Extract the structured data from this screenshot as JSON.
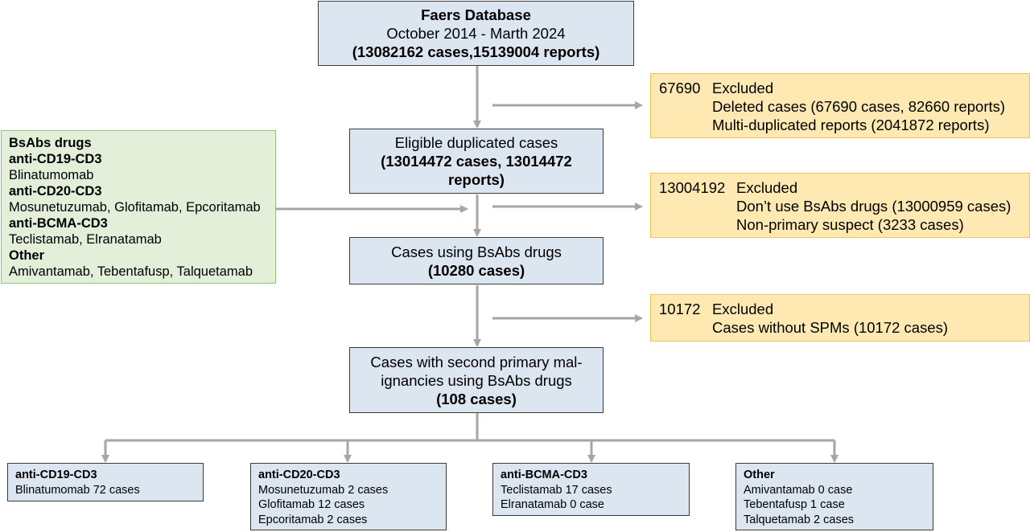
{
  "top": {
    "title": "Faers Database",
    "period": "October 2014 - Marth 2024",
    "counts": "(13082162 cases,15139004 reports)"
  },
  "excl1": {
    "count": "67690",
    "label": "Excluded",
    "lines": [
      "Deleted cases (67690 cases, 82660 reports)",
      "Multi-duplicated reports (2041872 reports)"
    ]
  },
  "eligible": {
    "title": "Eligible duplicated cases",
    "counts_line1": "(13014472 cases, 13014472",
    "counts_line2": "reports)"
  },
  "drugs": {
    "heading": "BsAbs drugs",
    "groups": [
      {
        "name": "anti-CD19-CD3",
        "drugs": "Blinatumomab"
      },
      {
        "name": "anti-CD20-CD3",
        "drugs": "Mosunetuzumab, Glofitamab, Epcoritamab"
      },
      {
        "name": "anti-BCMA-CD3",
        "drugs": "Teclistamab, Elranatamab"
      },
      {
        "name": "Other",
        "drugs": "Amivantamab, Tebentafusp, Talquetamab"
      }
    ]
  },
  "excl2": {
    "count": "13004192",
    "label": "Excluded",
    "lines": [
      "Don’t use BsAbs drugs (13000959 cases)",
      "Non-primary suspect (3233 cases)"
    ]
  },
  "bsabs": {
    "title": "Cases using BsAbs drugs",
    "counts": "(10280 cases)"
  },
  "excl3": {
    "count": "10172",
    "label": "Excluded",
    "lines": [
      "Cases without SPMs (10172 cases)"
    ]
  },
  "spm": {
    "line1": "Cases with second primary mal-",
    "line2": "ignancies using BsAbs drugs",
    "counts": "(108 cases)"
  },
  "outcomes": [
    {
      "name": "anti-CD19-CD3",
      "lines": [
        "Blinatumomab 72 cases"
      ]
    },
    {
      "name": "anti-CD20-CD3",
      "lines": [
        "Mosunetuzumab 2 cases",
        "Glofitamab 12 cases",
        "Epcoritamab 2 cases"
      ]
    },
    {
      "name": "anti-BCMA-CD3",
      "lines": [
        "Teclistamab 17 cases",
        "Elranatamab 0 case"
      ]
    },
    {
      "name": "Other",
      "lines": [
        "Amivantamab 0 case",
        "Tebentafusp 1 case",
        "Talquetamab 2 cases"
      ]
    }
  ],
  "colors": {
    "box_blue": "#dce6f1",
    "box_yellow": "#fde9b1",
    "box_green": "#e3efd9",
    "arrow_gray": "#a6a6a6"
  }
}
